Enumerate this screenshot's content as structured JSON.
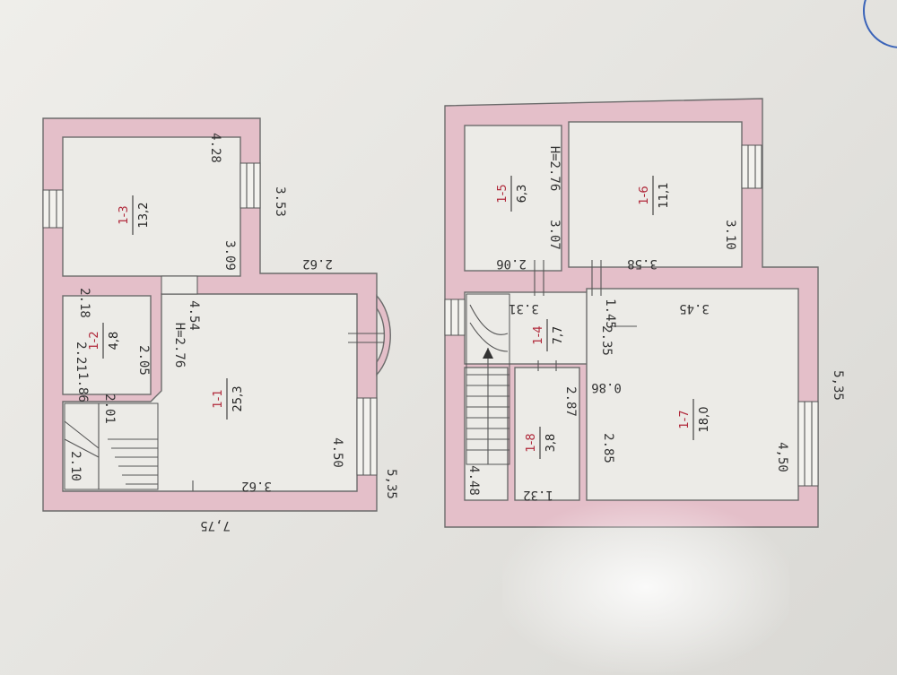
{
  "floor1": {
    "rooms": [
      {
        "code": "1-1",
        "area": "25,3"
      },
      {
        "code": "1-2",
        "area": "4,8"
      },
      {
        "code": "1-3",
        "area": "13,2"
      }
    ],
    "dims": {
      "total_width": "7,75",
      "total_depth": "5,35",
      "d_3_53": "3.53",
      "d_3_09": "3.09",
      "d_4_28": "4.28",
      "d_2_62": "2.62",
      "d_4_54": "4.54",
      "d_2_18": "2.18",
      "d_2_21": "2.21",
      "d_2_05": "2.05",
      "d_1_86": "1.86",
      "d_2_01": "2.01",
      "d_2_10": "2.10",
      "d_4_50": "4.50",
      "d_3_62": "3.62",
      "height": "H=2.76"
    }
  },
  "floor2": {
    "rooms": [
      {
        "code": "1-4",
        "area": "7,7"
      },
      {
        "code": "1-5",
        "area": "6,3"
      },
      {
        "code": "1-6",
        "area": "11,1"
      },
      {
        "code": "1-7",
        "area": "18,0"
      },
      {
        "code": "1-8",
        "area": "3,8"
      }
    ],
    "dims": {
      "total_depth": "5,35",
      "d_2_06": "2.06",
      "d_3_07": "3.07",
      "d_3_58": "3.58",
      "d_3_10": "3.10",
      "d_3_31": "3.31",
      "d_1_45": "1.45",
      "d_2_35": "2.35",
      "d_3_45": "3.45",
      "d_0_86": "0.86",
      "d_2_87": "2.87",
      "d_2_85": "2.85",
      "d_4_50": "4,50",
      "d_4_48": "4.48",
      "d_1_32": "1.32",
      "height": "H=2.76"
    }
  },
  "colors": {
    "wall": "#e4bfc9",
    "room": "#ecebe7",
    "code": "#b0283a"
  }
}
